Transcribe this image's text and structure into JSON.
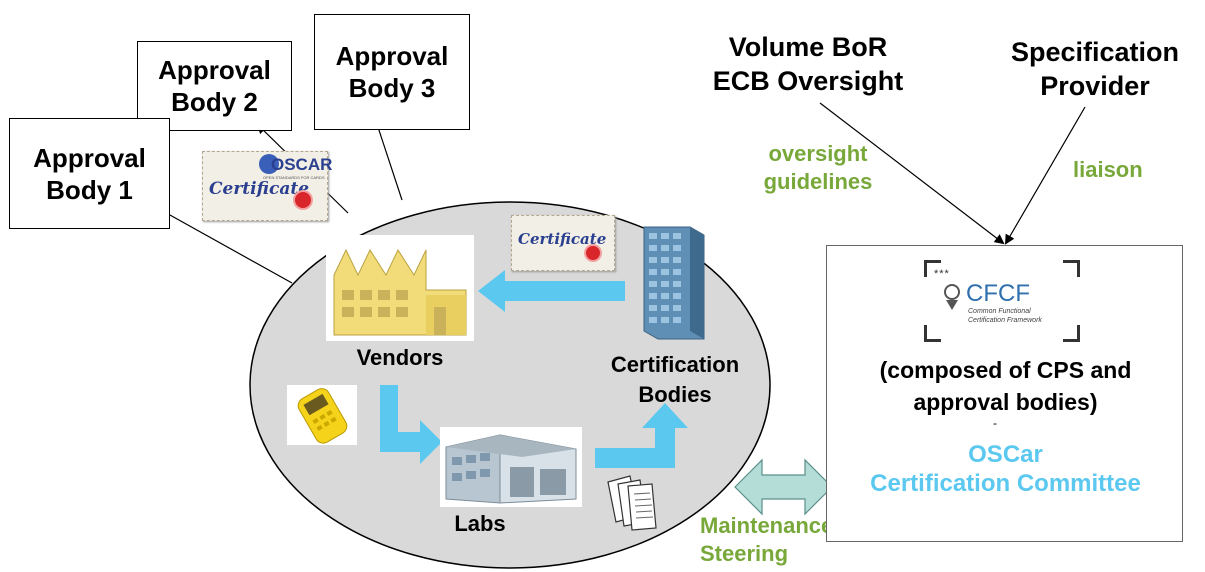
{
  "approval_bodies": [
    {
      "line1": "Approval",
      "line2": "Body 1"
    },
    {
      "line1": "Approval",
      "line2": "Body 2"
    },
    {
      "line1": "Approval",
      "line2": "Body 3"
    }
  ],
  "top_labels": {
    "volume_line1": "Volume BoR",
    "volume_line2": "ECB Oversight",
    "spec_line1": "Specification",
    "spec_line2": "Provider"
  },
  "relations": {
    "oversight_line1": "oversight",
    "oversight_line2": "guidelines",
    "liaison": "liaison",
    "maintenance_line1": "Maintenance",
    "maintenance_line2": "Steering"
  },
  "ellipse": {
    "vendors": "Vendors",
    "labs": "Labs",
    "cert_line1": "Certification",
    "cert_line2": "Bodies"
  },
  "certificates": {
    "oscar_logo": "OSCAR",
    "oscar_sub": "OPEN STANDARDS FOR CARDS",
    "word": "Certificate"
  },
  "cfcf": {
    "logo": "CFCF",
    "sub_line1": "Common Functional",
    "sub_line2": "Certification Framework",
    "composed_line1": "(composed of  CPS and",
    "composed_line2": "approval bodies)",
    "dash": "-",
    "committee_line1": "OSCar",
    "committee_line2": "Certification Committee"
  },
  "colors": {
    "green": "#78a83a",
    "blue": "#5bc8f0",
    "arrow_blue": "#5bc8f0",
    "ellipse_fill": "#d9d9d9"
  }
}
